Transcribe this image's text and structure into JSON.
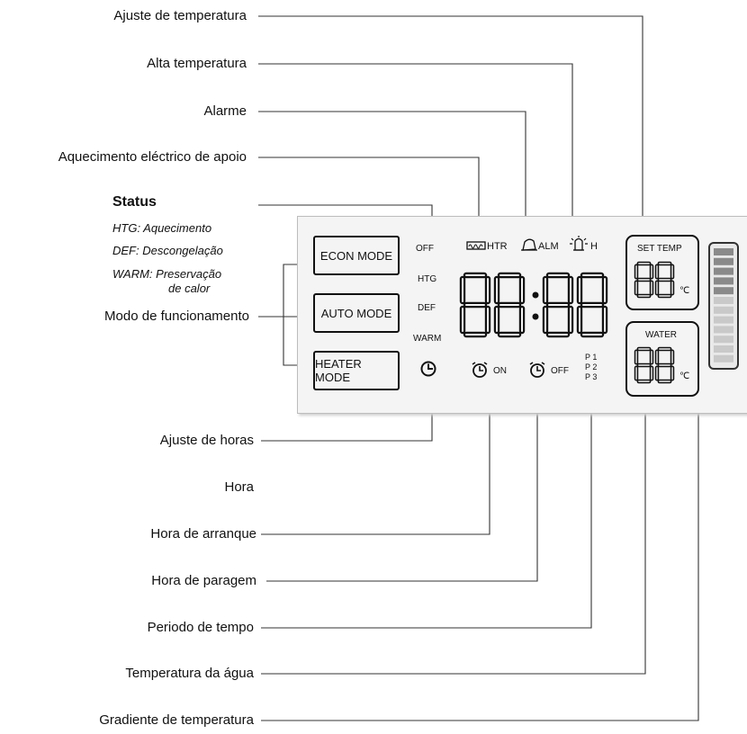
{
  "callouts": {
    "ajuste_temperatura": "Ajuste de temperatura",
    "alta_temperatura": "Alta temperatura",
    "alarme": "Alarme",
    "aquecimento_electrico": "Aquecimento eléctrico de apoio",
    "modo_funcionamento": "Modo de funcionamento",
    "ajuste_horas": "Ajuste de horas",
    "hora": "Hora",
    "hora_arranque": "Hora de arranque",
    "hora_paragem": "Hora de paragem",
    "periodo_tempo": "Periodo de tempo",
    "temperatura_agua": "Temperatura da água",
    "gradiente_temperatura": "Gradiente de temperatura"
  },
  "status": {
    "title": "Status",
    "items": [
      "HTG: Aquecimento",
      "DEF: Descongelação",
      "WARM: Preservação",
      "de calor"
    ]
  },
  "panel": {
    "mode_buttons": [
      "ECON MODE",
      "AUTO MODE",
      "HEATER MODE"
    ],
    "status_labels": [
      "OFF",
      "HTG",
      "DEF",
      "WARM"
    ],
    "indicators": {
      "htr": "HTR",
      "alm": "ALM",
      "h": "H"
    },
    "clock_digits": "88:88",
    "timer_on": "ON",
    "timer_off": "OFF",
    "periods": [
      "P 1",
      "P 2",
      "P 3"
    ],
    "set_temp": {
      "title": "SET TEMP",
      "digits": "88",
      "unit": "℃"
    },
    "water": {
      "title": "WATER",
      "digits": "88",
      "unit": "℃"
    }
  }
}
